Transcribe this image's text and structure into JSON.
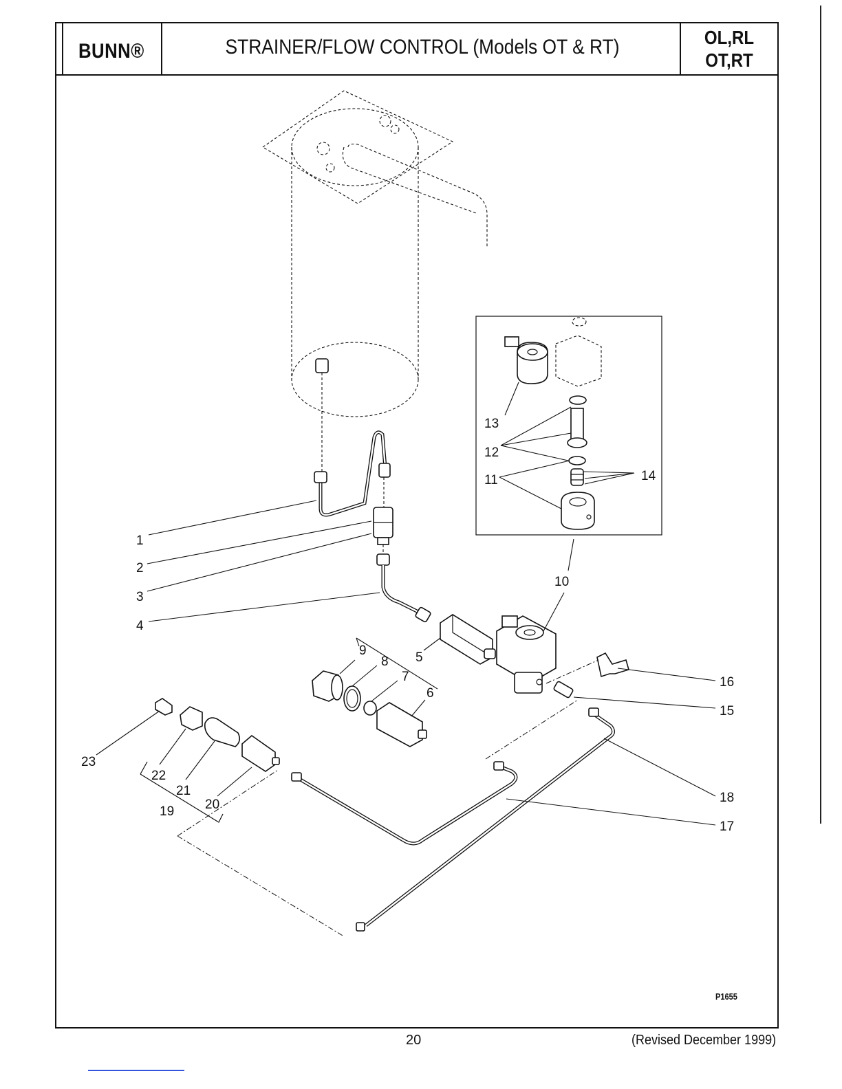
{
  "header": {
    "brand": "BUNN®",
    "title": "STRAINER/FLOW CONTROL (Models OT & RT)",
    "models": [
      "OL,RL",
      "OT,RT"
    ]
  },
  "diagram": {
    "figure_code": "P1655",
    "callouts": [
      "1",
      "2",
      "3",
      "4",
      "5",
      "6",
      "7",
      "8",
      "9",
      "10",
      "11",
      "12",
      "13",
      "14",
      "15",
      "16",
      "17",
      "18",
      "19",
      "20",
      "21",
      "22",
      "23"
    ]
  },
  "footer": {
    "page_number": "20",
    "revised": "(Revised December 1999)"
  }
}
